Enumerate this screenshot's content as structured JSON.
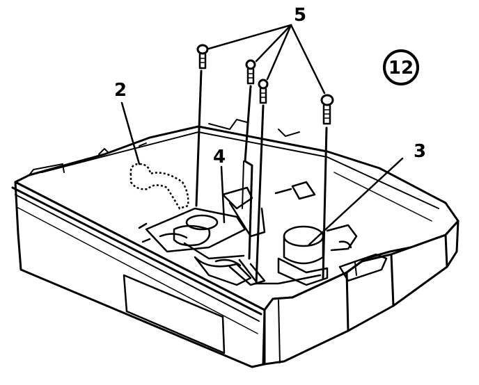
{
  "figure": {
    "step_number": "12",
    "callouts": {
      "screws": "5",
      "hidden_part": "2",
      "center_part": "4",
      "right_part": "3"
    },
    "colors": {
      "ink": "#000000",
      "paper": "#ffffff"
    }
  }
}
